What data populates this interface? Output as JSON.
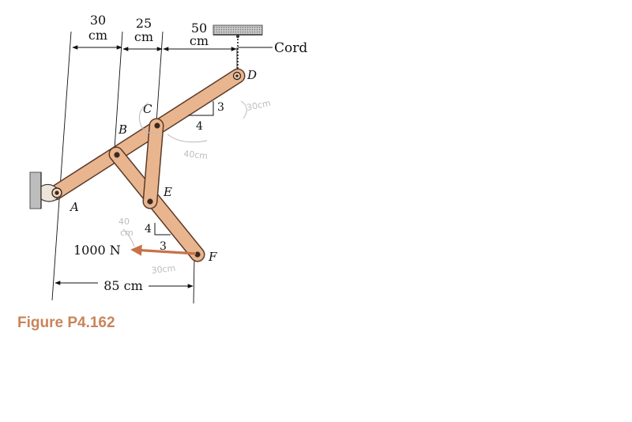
{
  "figure": {
    "caption": "Figure P4.162",
    "caption_color": "#c8855a",
    "member_color": "#e9b58f",
    "force_color": "#c8724a"
  },
  "dimensions": {
    "d1": {
      "value": "30",
      "unit": "cm"
    },
    "d2": {
      "value": "25",
      "unit": "cm"
    },
    "d3": {
      "value": "50",
      "unit": "cm"
    },
    "bottom": "85 cm"
  },
  "labels": {
    "A": "A",
    "B": "B",
    "C": "C",
    "D": "D",
    "E": "E",
    "F": "F",
    "cord": "Cord",
    "force": "1000 N"
  },
  "slopes": {
    "upper_rise": "3",
    "upper_run": "4",
    "lower_rise": "4",
    "lower_run": "3"
  },
  "handwritten": {
    "n1": "30cm",
    "n2": "40cm",
    "n3": "30cm",
    "n4": "40",
    "n5": "cm"
  }
}
